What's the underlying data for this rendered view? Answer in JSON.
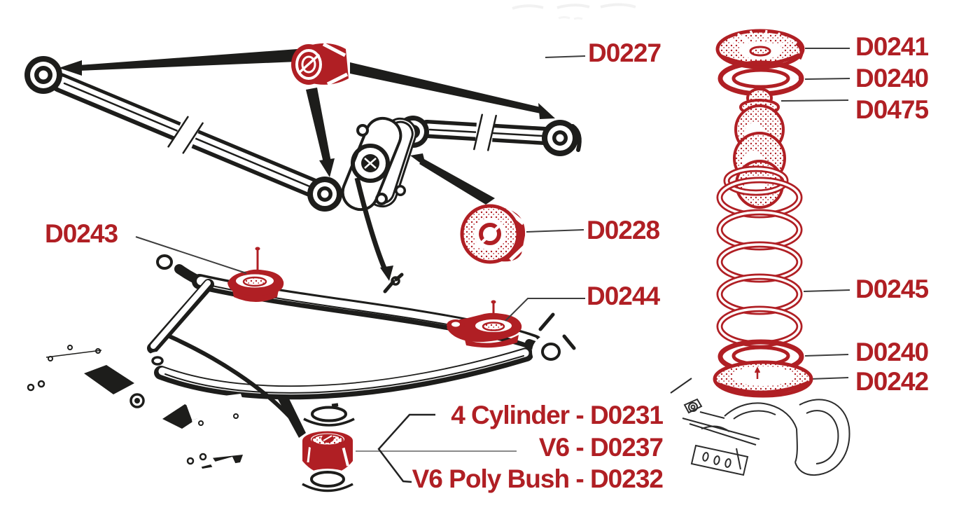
{
  "colors": {
    "part_red": "#B01F24",
    "ink_black": "#1d1d1b",
    "leader_gray": "#3d3d3d"
  },
  "labels": {
    "d0227": "D0227",
    "d0243": "D0243",
    "d0228": "D0228",
    "d0244": "D0244",
    "four_cylinder": "4 Cylinder - D0231",
    "v6": "V6 - D0237",
    "v6_poly_bush": "V6 Poly Bush - D0232",
    "d0241": "D0241",
    "d0240_upper": "D0240",
    "d0475": "D0475",
    "d0245": "D0245",
    "d0240_lower": "D0240",
    "d0242": "D0242"
  }
}
